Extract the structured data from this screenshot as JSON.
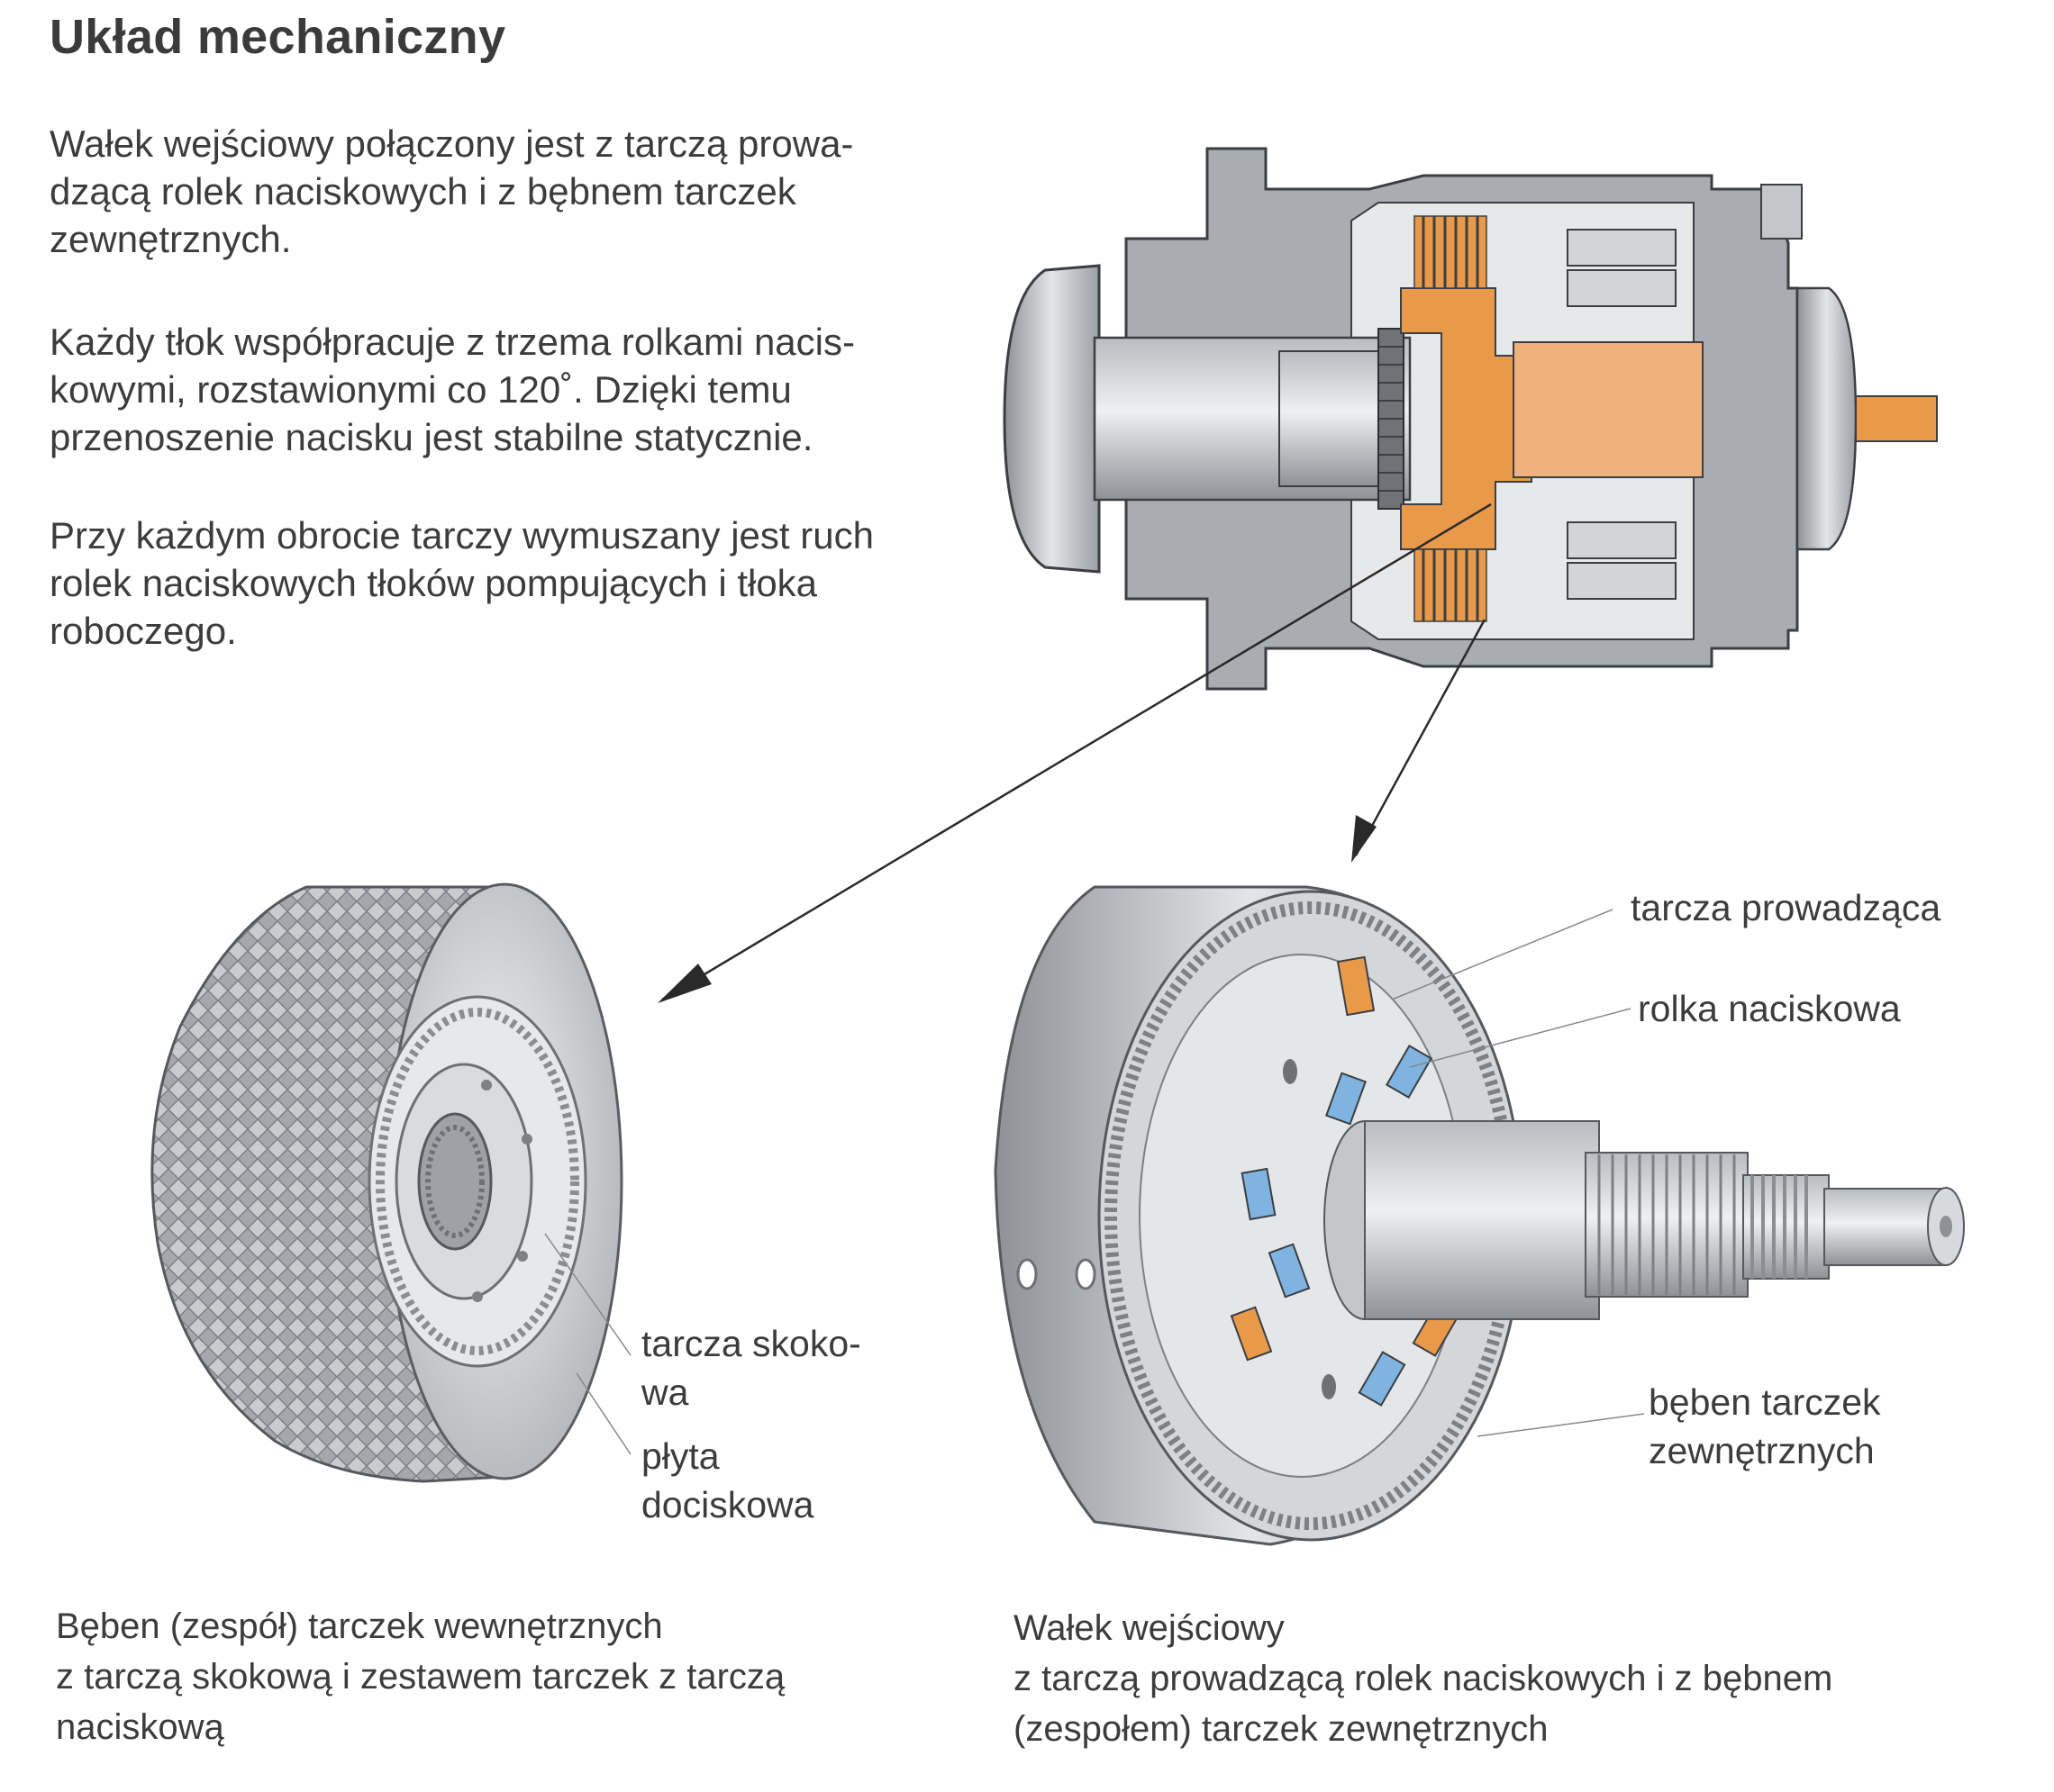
{
  "heading": "Układ mechaniczny",
  "paragraphs": [
    [
      "Wałek wejściowy połączony jest z tarczą prowa-",
      "dzącą rolek naciskowych i z bębnem tarczek",
      "zewnętrznych."
    ],
    [
      "Każdy tłok współpracuje z trzema rolkami nacis-",
      "kowymi, rozstawionymi co 120˚. Dzięki temu",
      "przenoszenie nacisku jest stabilne statycznie."
    ],
    [
      "Przy każdym obrocie tarczy wymuszany jest ruch",
      "rolek naciskowych tłoków pompujących i tłoka",
      "roboczego."
    ]
  ],
  "labels": {
    "tarcza_skokowa": [
      "tarcza skoko-",
      "wa"
    ],
    "plyta_dociskowa": [
      "płyta",
      "dociskowa"
    ],
    "tarcza_prowadzaca": "tarcza prowadząca",
    "rolka_naciskowa": "rolka naciskowa",
    "beben_zewnetrzny": [
      "bęben tarczek",
      "zewnętrznych"
    ]
  },
  "captions": {
    "left": [
      "Bęben (zespół) tarczek wewnętrznych",
      "z tarczą skokową i zestawem tarczek z tarczą",
      "naciskową"
    ],
    "right": [
      "Wałek wejściowy",
      "z tarczą prowadzącą rolek naciskowych i z bębnem",
      "(zespołem) tarczek zewnętrznych"
    ]
  },
  "colors": {
    "text": "#3c3c3c",
    "metal_dark": "#8e9196",
    "metal_light": "#d7d9dc",
    "accent_orange": "#e89a4a",
    "accent_blue": "#7fb4e0"
  }
}
